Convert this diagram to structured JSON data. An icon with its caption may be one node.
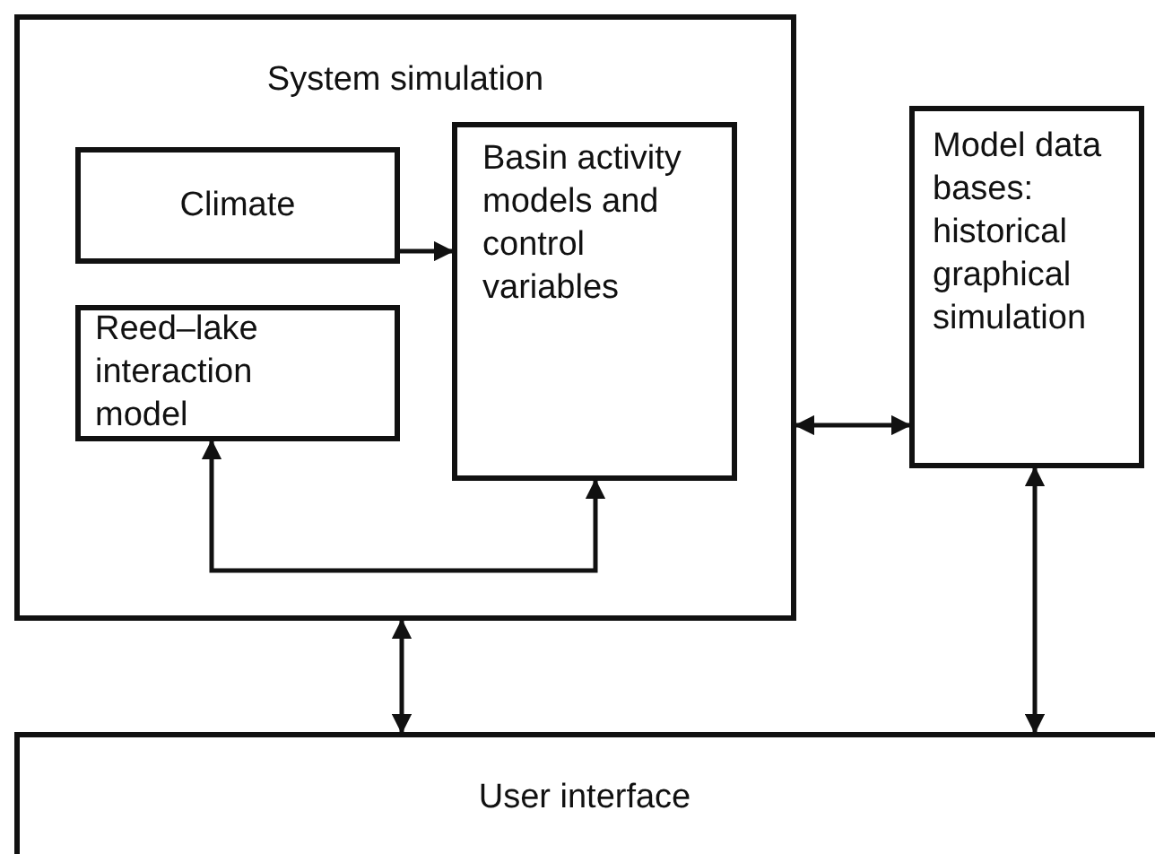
{
  "diagram": {
    "nodes": [
      {
        "text": [
          "System simulation"
        ]
      },
      {
        "text": [
          "Climate"
        ],
        "in": 0
      },
      {
        "text": [
          "Basin activity models and control variables"
        ],
        "in": 0
      },
      {
        "text": [
          "Reed–lake interaction model"
        ],
        "in": 0
      },
      {
        "text": [
          "Model data bases: historical graphical simulation"
        ]
      },
      {
        "text": [
          "User interface"
        ]
      }
    ],
    "edges": [
      {
        "from": 1,
        "to": 2,
        "arrow": "to"
      },
      {
        "from": 0,
        "to": 4,
        "arrow": "both"
      },
      {
        "from": 3,
        "to": 2,
        "arrow": "both"
      },
      {
        "from": 0,
        "to": 5,
        "arrow": "both"
      },
      {
        "from": 4,
        "to": 5,
        "arrow": "both"
      }
    ]
  }
}
